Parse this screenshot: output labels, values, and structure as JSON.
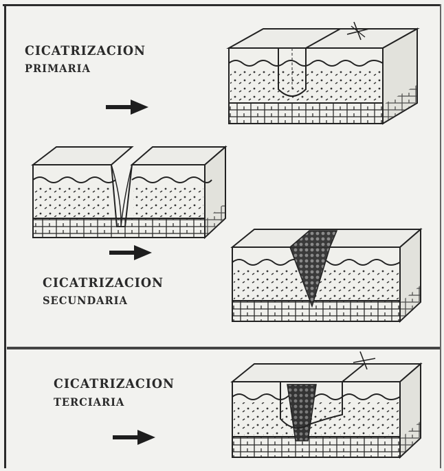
{
  "panels": {
    "primary": {
      "label_line1": "CICATRIZACION",
      "label_line2": "PRIMARIA"
    },
    "secondary": {
      "label_line1": "CICATRIZACION",
      "label_line2": "SECUNDARIA"
    },
    "tertiary": {
      "label_line1": "CICATRIZACION",
      "label_line2": "TERCIARIA"
    }
  },
  "icons": {
    "arrow": "right-arrow-icon",
    "suture": "suture-star-icon"
  },
  "colors": {
    "paper": "#f2f2ef",
    "ink": "#2a2a2a",
    "granulation": "#2f2f2f",
    "layer_epidermis": "#e6e6e2",
    "layer_dermis": "#dcdcd7"
  }
}
